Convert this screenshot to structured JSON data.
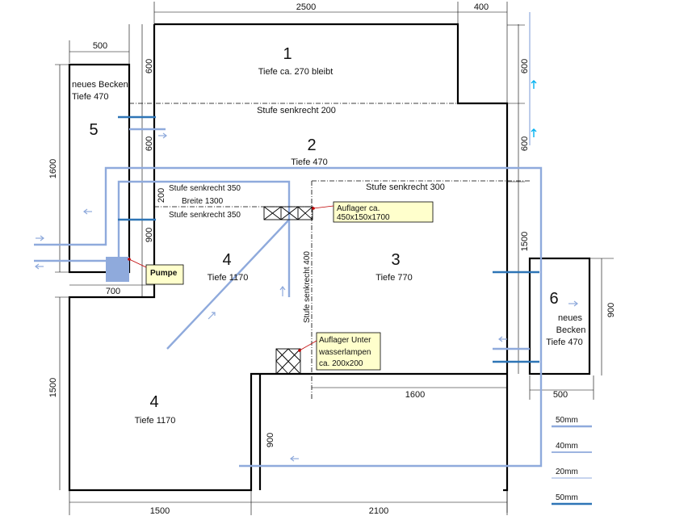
{
  "colors": {
    "wall": "#000000",
    "pipe_light": "#8faadc",
    "pipe_dark": "#2e75b6",
    "arrow_cyan": "#00b0f0",
    "callout_bg": "#ffffcc",
    "pump_fill": "#8faadc",
    "callout_arrow": "#c00000"
  },
  "zones": {
    "z1": {
      "number": "1",
      "depth": "Tiefe ca. 270 bleibt"
    },
    "z2": {
      "number": "2",
      "depth": "Tiefe 470"
    },
    "z3": {
      "number": "3",
      "depth": "Tiefe 770"
    },
    "z4a": {
      "number": "4",
      "depth": "Tiefe 1170"
    },
    "z4b": {
      "number": "4",
      "depth": "Tiefe 1170"
    },
    "z5": {
      "number": "5",
      "label_line1": "neues Becken",
      "label_line2": "Tiefe 470"
    },
    "z6": {
      "number": "6",
      "label_line1": "neues",
      "label_line2": "Becken",
      "label_line3": "Tiefe 470"
    }
  },
  "steps": {
    "s200": "Stufe senkrecht 200",
    "s300": "Stufe senkrecht 300",
    "s350a": "Stufe senkrecht 350",
    "breite": "Breite 1300",
    "s350b": "Stufe senkrecht 350",
    "s400": "Stufe senkrecht 400"
  },
  "dimensions": {
    "top_2500": "2500",
    "top_400": "400",
    "left_500": "500",
    "left_1600": "1600",
    "left_1500": "1500",
    "v_600a": "600",
    "v_600b": "600",
    "v_200": "200",
    "v_900": "900",
    "b_700": "700",
    "r_600a": "600",
    "r_600b": "600",
    "r_1500": "1500",
    "r_900": "900",
    "r_500": "500",
    "mid_1600": "1600",
    "mid_900": "900",
    "bot_1500": "1500",
    "bot_2100": "2100"
  },
  "callouts": {
    "auflager1_line1": "Auflager ca.",
    "auflager1_line2": "450x150x1700",
    "auflager2_line1": "Auflager Unter",
    "auflager2_line2": "wasserlampen",
    "auflager2_line3": "ca. 200x200",
    "pumpe": "Pumpe"
  },
  "legend": [
    {
      "label": "50mm",
      "color": "#8faadc"
    },
    {
      "label": "40mm",
      "color": "#8faadc"
    },
    {
      "label": "20mm",
      "color": "#8faadc"
    },
    {
      "label": "50mm",
      "color": "#2e75b6"
    }
  ]
}
